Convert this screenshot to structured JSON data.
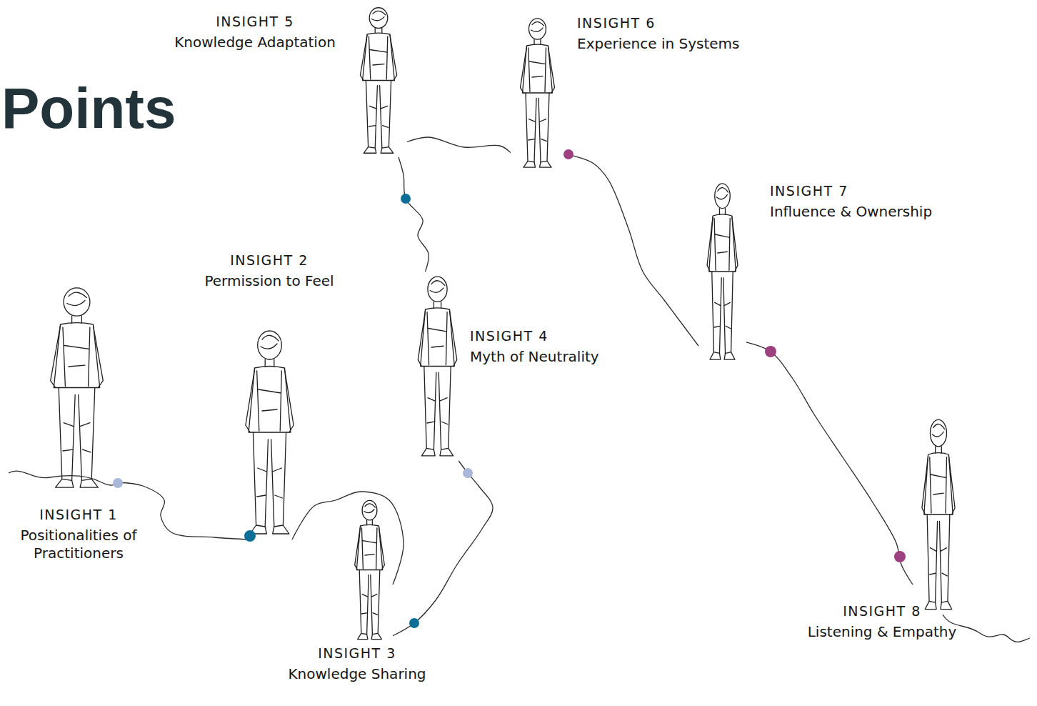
{
  "diagram": {
    "title": "Points",
    "nodes": [
      {
        "text": [
          "INSIGHT 1",
          "Positionalities of Practitioners"
        ]
      },
      {
        "text": [
          "INSIGHT 2",
          "Permission to Feel"
        ]
      },
      {
        "text": [
          "INSIGHT 3",
          "Knowledge Sharing"
        ]
      },
      {
        "text": [
          "INSIGHT 4",
          "Myth of Neutrality"
        ]
      },
      {
        "text": [
          "INSIGHT 5",
          "Knowledge Adaptation"
        ]
      },
      {
        "text": [
          "INSIGHT 6",
          "Experience in Systems"
        ]
      },
      {
        "text": [
          "INSIGHT 7",
          "Influence & Ownership"
        ]
      },
      {
        "text": [
          "INSIGHT 8",
          "Listening & Empathy"
        ]
      }
    ],
    "edges": [
      {
        "from": 0,
        "to": 1,
        "arrow": "none"
      },
      {
        "from": 1,
        "to": 2,
        "arrow": "none"
      },
      {
        "from": 2,
        "to": 3,
        "arrow": "none"
      },
      {
        "from": 3,
        "to": 4,
        "arrow": "none"
      },
      {
        "from": 4,
        "to": 5,
        "arrow": "none"
      },
      {
        "from": 5,
        "to": 6,
        "arrow": "none"
      },
      {
        "from": 6,
        "to": 7,
        "arrow": "none"
      }
    ]
  }
}
